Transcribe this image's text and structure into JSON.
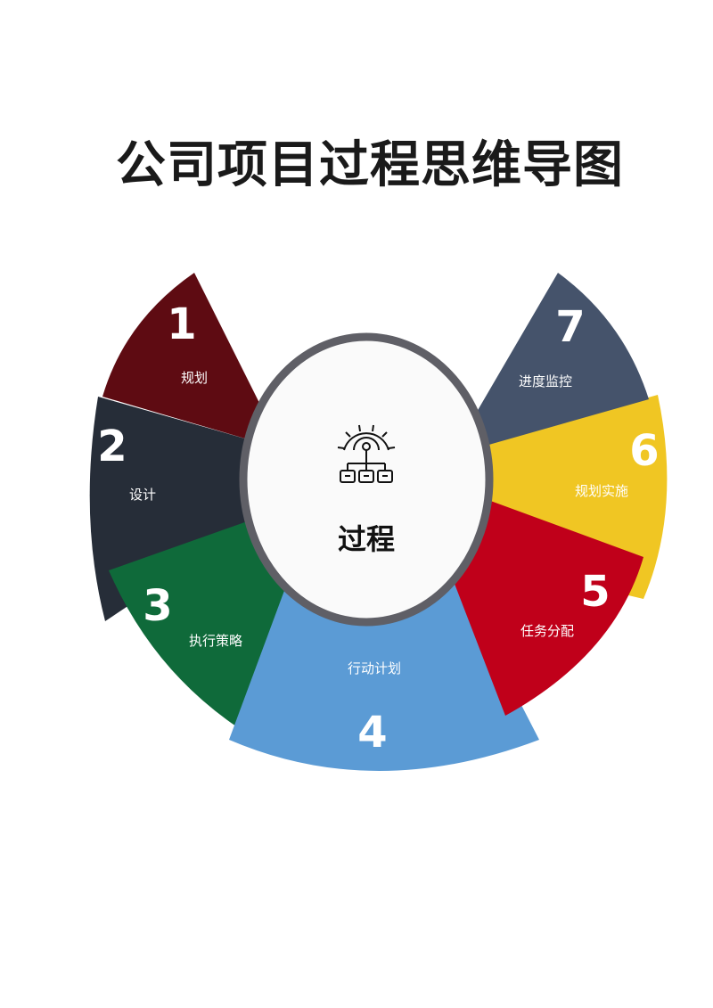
{
  "title": "公司项目过程思维导图",
  "center": {
    "label": "过程",
    "icon": "gear-network-icon"
  },
  "segments": [
    {
      "number": "1",
      "label": "规划",
      "color": "#5e0b12"
    },
    {
      "number": "2",
      "label": "设计",
      "color": "#262d38"
    },
    {
      "number": "3",
      "label": "执行策略",
      "color": "#0f6a3a"
    },
    {
      "number": "4",
      "label": "行动计划",
      "color": "#5b9bd5"
    },
    {
      "number": "5",
      "label": "任务分配",
      "color": "#c0001a"
    },
    {
      "number": "6",
      "label": "规划实施",
      "color": "#f0c623"
    },
    {
      "number": "7",
      "label": "进度监控",
      "color": "#45536b"
    }
  ]
}
